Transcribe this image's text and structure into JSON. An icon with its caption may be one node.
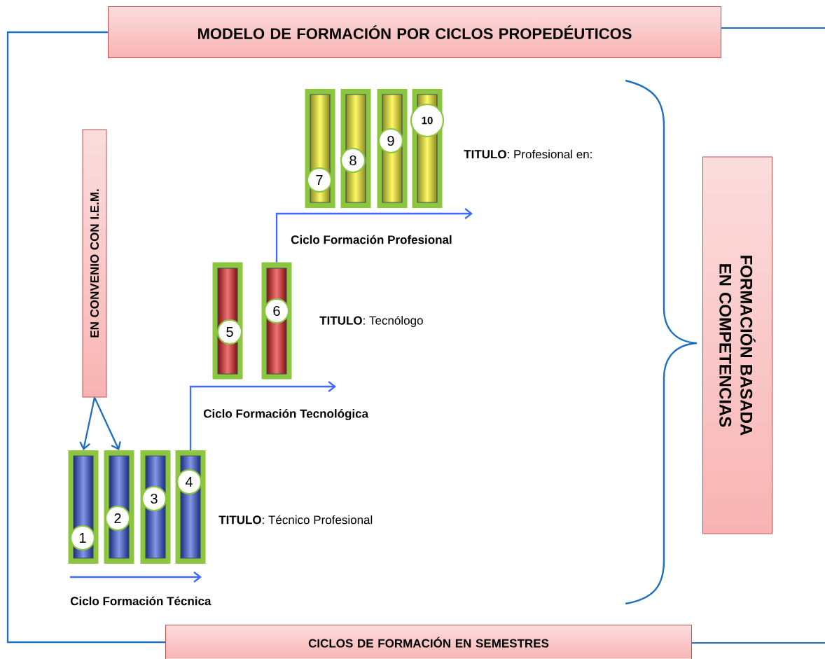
{
  "diagram": {
    "nodes": [
      {
        "text": [
          "MODELO DE FORMACIÓN POR CICLOS PROPEDÉUTICOS"
        ]
      },
      {
        "text": [
          "EN CONVENIO CON I.E.M."
        ]
      },
      {
        "text": [
          "1"
        ]
      },
      {
        "text": [
          "2"
        ]
      },
      {
        "text": [
          "3"
        ]
      },
      {
        "text": [
          "4"
        ]
      },
      {
        "text": [
          "5"
        ]
      },
      {
        "text": [
          "6"
        ]
      },
      {
        "text": [
          "7"
        ]
      },
      {
        "text": [
          "8"
        ]
      },
      {
        "text": [
          "9"
        ]
      },
      {
        "text": [
          "10"
        ]
      },
      {
        "text": [
          "FORMACIÓN BASADA EN COMPETENCIAS"
        ]
      },
      {
        "text": [
          "CICLOS DE FORMACIÓN EN SEMESTRES"
        ]
      }
    ],
    "edges": [
      {
        "from": 0,
        "to": 13,
        "arrow": "none"
      },
      {
        "from": 1,
        "to": 2,
        "arrow": "to"
      },
      {
        "from": 1,
        "to": 3,
        "arrow": "to"
      },
      {
        "from": 5,
        "to": null,
        "arrow": "to",
        "color": "#3d6bff"
      },
      {
        "from": 7,
        "to": null,
        "arrow": "to",
        "color": "#3d6bff"
      }
    ],
    "labels": [
      "**TITULO**: Profesional en:",
      "Ciclo Formación Profesional",
      "**TITULO**: Tecnólogo",
      "Ciclo Formación Tecnológica",
      "**TITULO**: Técnico Profesional",
      "Ciclo Formación Técnica"
    ]
  }
}
